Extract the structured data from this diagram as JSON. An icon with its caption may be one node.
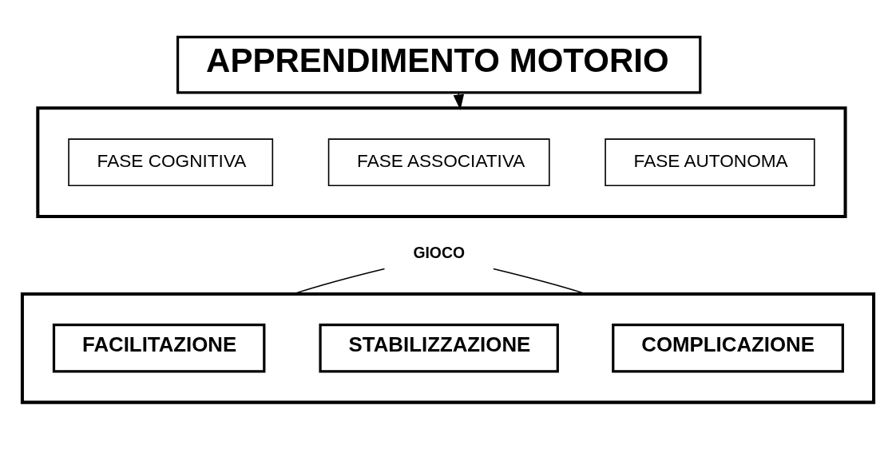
{
  "diagram": {
    "nodes": [
      {
        "text": [
          "APPRENDIMENTO MOTORIO"
        ]
      },
      {
        "text": [],
        "shape": "box"
      },
      {
        "text": [
          "FASE COGNITIVA"
        ],
        "in": 1
      },
      {
        "text": [
          "FASE ASSOCIATIVA"
        ],
        "in": 1
      },
      {
        "text": [
          "FASE AUTONOMA"
        ],
        "in": 1
      },
      {
        "text": [
          "GIOCO"
        ]
      },
      {
        "text": [],
        "shape": "box"
      },
      {
        "text": [
          "FACILITAZIONE"
        ],
        "in": 6
      },
      {
        "text": [
          "STABILIZZAZIONE"
        ],
        "in": 6
      },
      {
        "text": [
          "COMPLICAZIONE"
        ],
        "in": 6
      }
    ],
    "edges": [
      {
        "from": 0,
        "to": 1,
        "arrow": "to"
      },
      {
        "from": 5,
        "to": 6,
        "arrow": "none"
      },
      {
        "from": 5,
        "to": 6,
        "arrow": "none"
      }
    ]
  }
}
